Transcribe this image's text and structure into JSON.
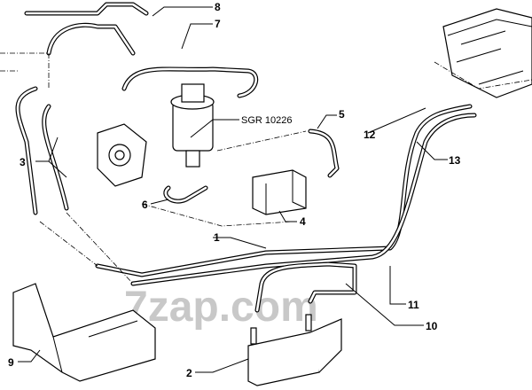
{
  "diagram": {
    "watermark": "7zap.com",
    "callouts": [
      {
        "id": "8",
        "label": "8"
      },
      {
        "id": "7",
        "label": "7"
      },
      {
        "id": "sgr",
        "label": "SGR 10226"
      },
      {
        "id": "5",
        "label": "5"
      },
      {
        "id": "12",
        "label": "12"
      },
      {
        "id": "13",
        "label": "13"
      },
      {
        "id": "3",
        "label": "3"
      },
      {
        "id": "6",
        "label": "6"
      },
      {
        "id": "4",
        "label": "4"
      },
      {
        "id": "1",
        "label": "1"
      },
      {
        "id": "11",
        "label": "11"
      },
      {
        "id": "10",
        "label": "10"
      },
      {
        "id": "9",
        "label": "9"
      },
      {
        "id": "2",
        "label": "2"
      }
    ]
  }
}
